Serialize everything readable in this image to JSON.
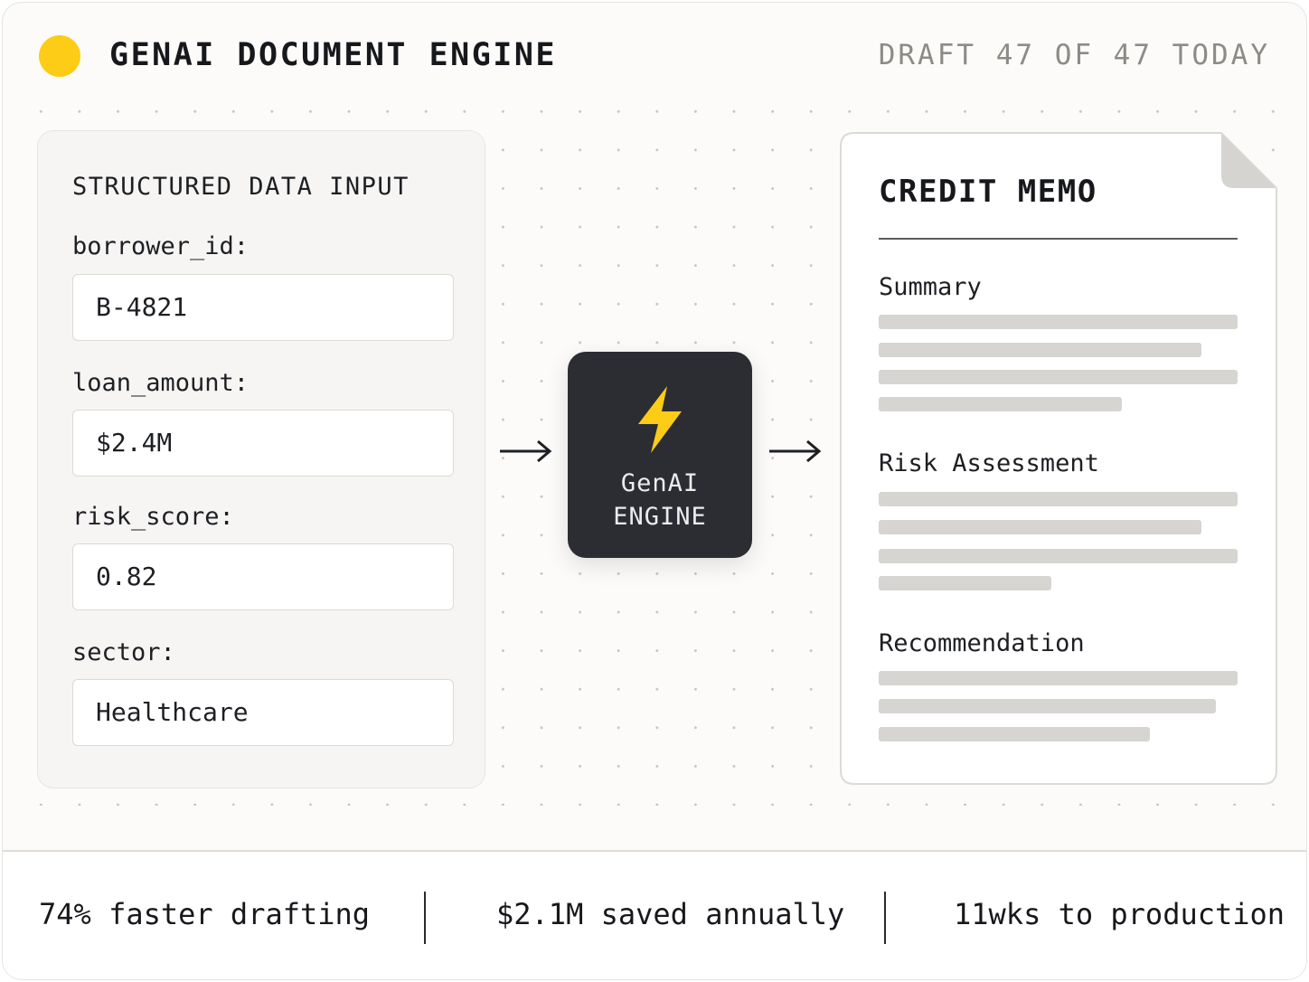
{
  "header": {
    "title": "GENAI DOCUMENT ENGINE",
    "status": "DRAFT 47 OF 47 TODAY",
    "accent_color": "#fccc16"
  },
  "input_panel": {
    "title": "STRUCTURED DATA INPUT",
    "fields": [
      {
        "label": "borrower_id:",
        "value": "B-4821"
      },
      {
        "label": "loan_amount:",
        "value": "$2.4M"
      },
      {
        "label": "risk_score:",
        "value": "0.82"
      },
      {
        "label": "sector:",
        "value": "Healthcare"
      }
    ]
  },
  "engine": {
    "icon": "lightning-bolt-icon",
    "line1": "GenAI",
    "line2": "ENGINE",
    "bg_color": "#2b2d33",
    "icon_color": "#fccc16"
  },
  "document": {
    "title": "CREDIT MEMO",
    "sections": [
      {
        "heading": "Summary"
      },
      {
        "heading": "Risk Assessment"
      },
      {
        "heading": "Recommendation"
      }
    ]
  },
  "footer": {
    "stats": [
      "74% faster drafting",
      "$2.1M saved annually",
      "11wks to production"
    ]
  }
}
